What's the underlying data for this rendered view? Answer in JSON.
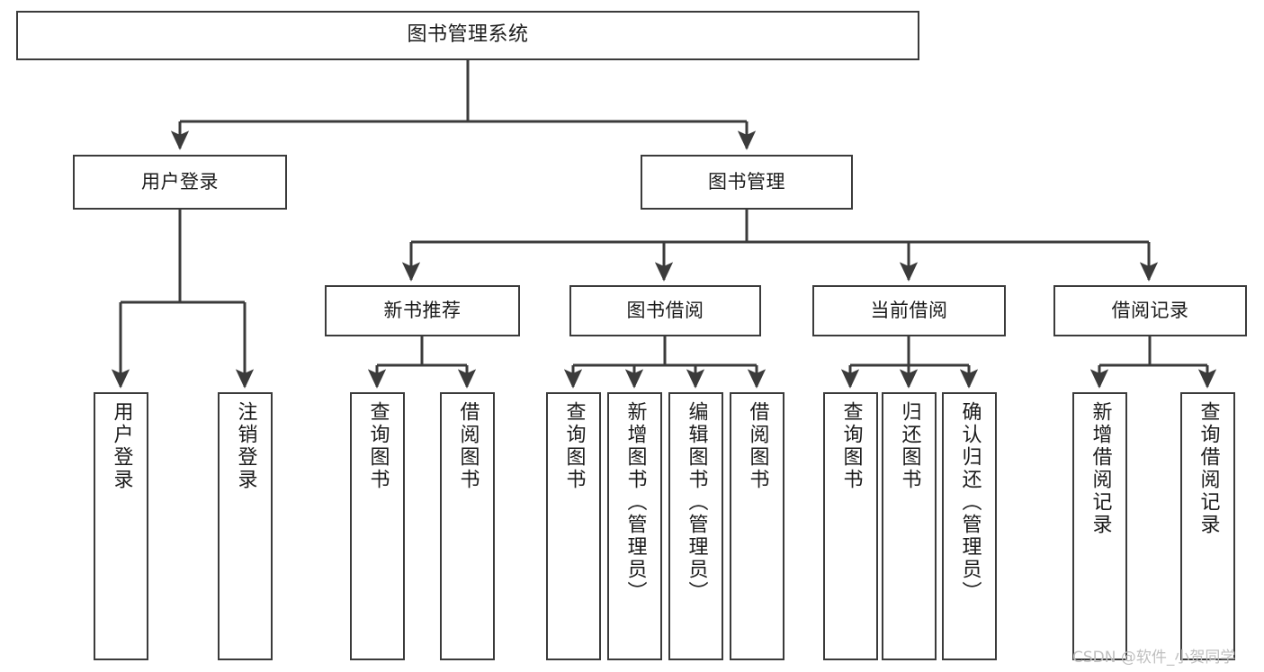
{
  "diagram": {
    "title": "图书管理系统",
    "watermark": "CSDN @软件_小贺同学",
    "colors": {
      "background": "#ffffff",
      "node_border": "#3b3b3b",
      "node_fill": "#ffffff",
      "edge": "#3b3b3b",
      "text": "#1b1b1b",
      "watermark": "#bfbfbf"
    }
  },
  "nodes": {
    "root": {
      "label": "图书管理系统"
    },
    "level2": [
      {
        "label": "用户登录"
      },
      {
        "label": "图书管理"
      }
    ],
    "level3": [
      {
        "label": "新书推荐"
      },
      {
        "label": "图书借阅"
      },
      {
        "label": "当前借阅"
      },
      {
        "label": "借阅记录"
      }
    ],
    "leaves": {
      "user_login": [
        {
          "label": "用户登录"
        },
        {
          "label": "注销登录"
        }
      ],
      "new_book_recommend": [
        {
          "label": "查询图书"
        },
        {
          "label": "借阅图书"
        }
      ],
      "book_borrow": [
        {
          "label": "查询图书"
        },
        {
          "label": "新增图书（管理员）"
        },
        {
          "label": "编辑图书（管理员）"
        },
        {
          "label": "借阅图书"
        }
      ],
      "current_borrow": [
        {
          "label": "查询图书"
        },
        {
          "label": "归还图书"
        },
        {
          "label": "确认归还（管理员）"
        }
      ],
      "borrow_record": [
        {
          "label": "新增借阅记录"
        },
        {
          "label": "查询借阅记录"
        }
      ]
    }
  },
  "chart_data": {
    "type": "diagram",
    "diagram_type": "tree / hierarchy (functional decomposition)",
    "title": "图书管理系统",
    "orientation": "top-down",
    "tree": {
      "name": "图书管理系统",
      "children": [
        {
          "name": "用户登录",
          "children": [
            {
              "name": "用户登录"
            },
            {
              "name": "注销登录"
            }
          ]
        },
        {
          "name": "图书管理",
          "children": [
            {
              "name": "新书推荐",
              "children": [
                {
                  "name": "查询图书"
                },
                {
                  "name": "借阅图书"
                }
              ]
            },
            {
              "name": "图书借阅",
              "children": [
                {
                  "name": "查询图书"
                },
                {
                  "name": "新增图书（管理员）"
                },
                {
                  "name": "编辑图书（管理员）"
                },
                {
                  "name": "借阅图书"
                }
              ]
            },
            {
              "name": "当前借阅",
              "children": [
                {
                  "name": "查询图书"
                },
                {
                  "name": "归还图书"
                },
                {
                  "name": "确认归还（管理员）"
                }
              ]
            },
            {
              "name": "借阅记录",
              "children": [
                {
                  "name": "新增借阅记录"
                },
                {
                  "name": "查询借阅记录"
                }
              ]
            }
          ]
        }
      ]
    }
  }
}
